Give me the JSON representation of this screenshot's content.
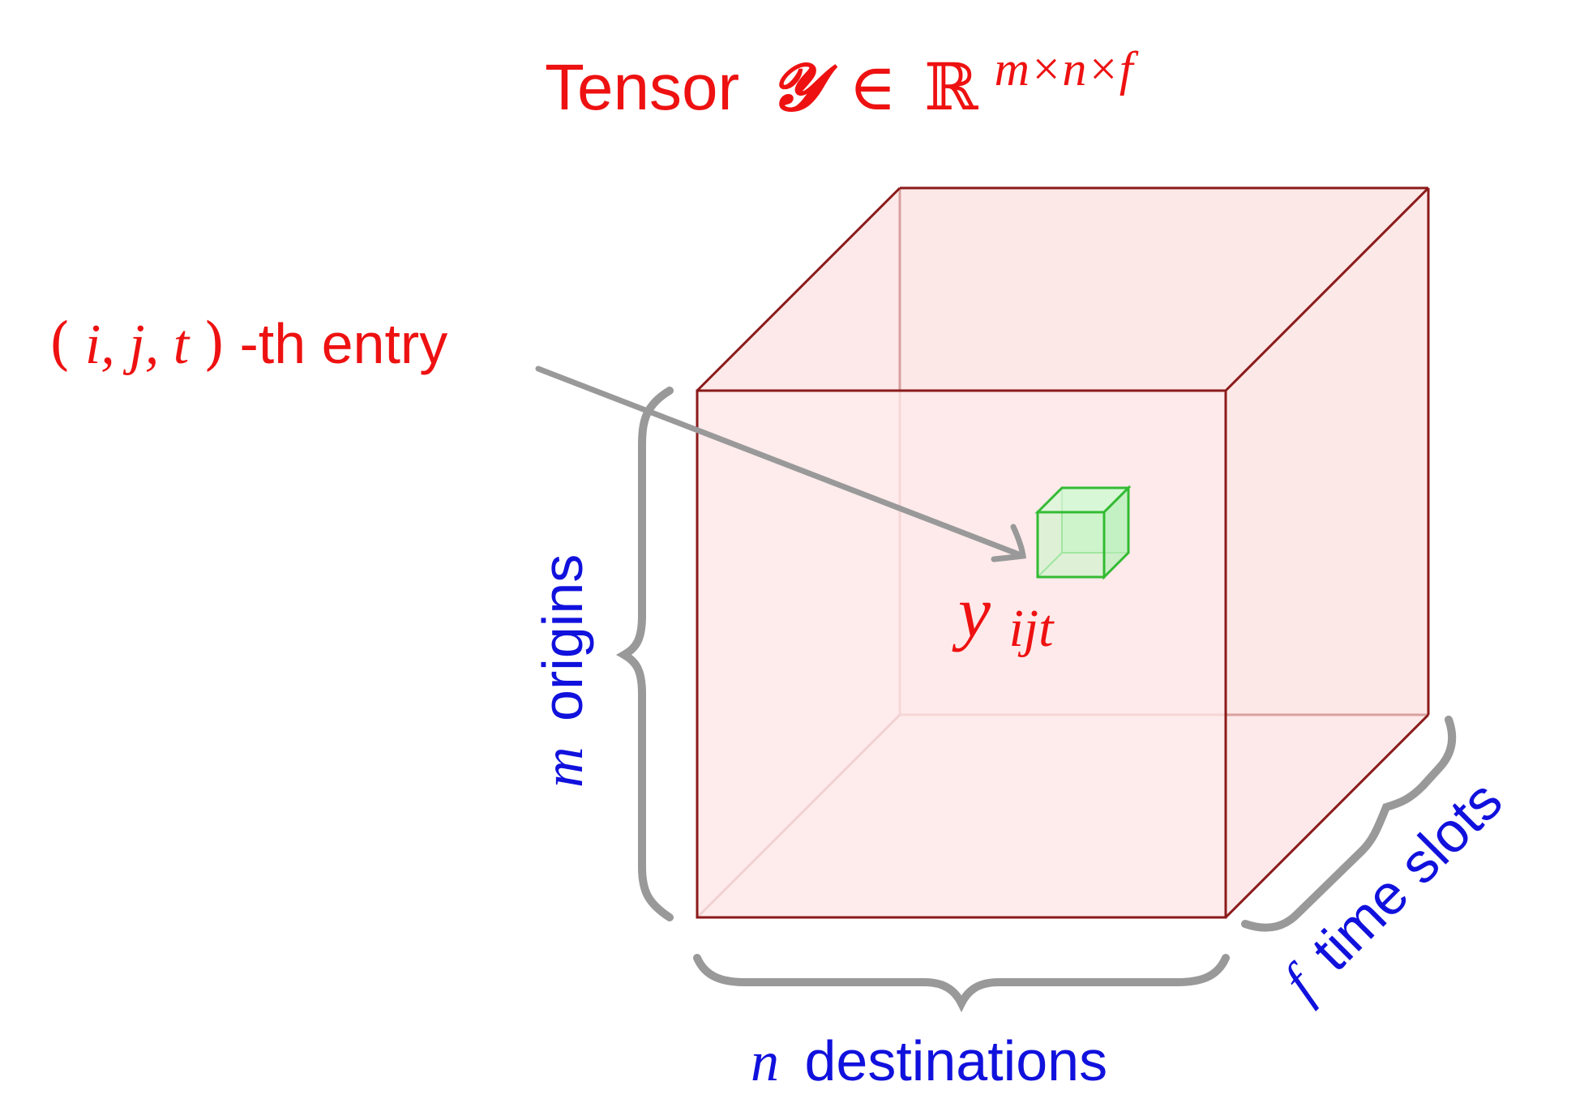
{
  "title": {
    "word": "Tensor",
    "symbol": "𝓨",
    "member": "∈",
    "field": "ℝ",
    "dims": "m×n×f"
  },
  "entry_label": {
    "open": "(",
    "vars": "i, j, t",
    "close": ")",
    "suffix": "-th entry"
  },
  "entry_symbol": {
    "base": "y",
    "subscript": "ijt"
  },
  "axes": {
    "rows": {
      "var": "m",
      "label": "origins"
    },
    "cols": {
      "var": "n",
      "label": "destinations"
    },
    "depth": {
      "var": "f",
      "label": "time slots"
    }
  },
  "colors": {
    "title": "#ee1111",
    "axis_text": "#1111dd",
    "cube_edge": "#8b1a1a",
    "cube_fill": "#fdeaea",
    "entry_edge": "#33bb33",
    "entry_fill": "#c8f5c8",
    "brace": "#999999"
  }
}
